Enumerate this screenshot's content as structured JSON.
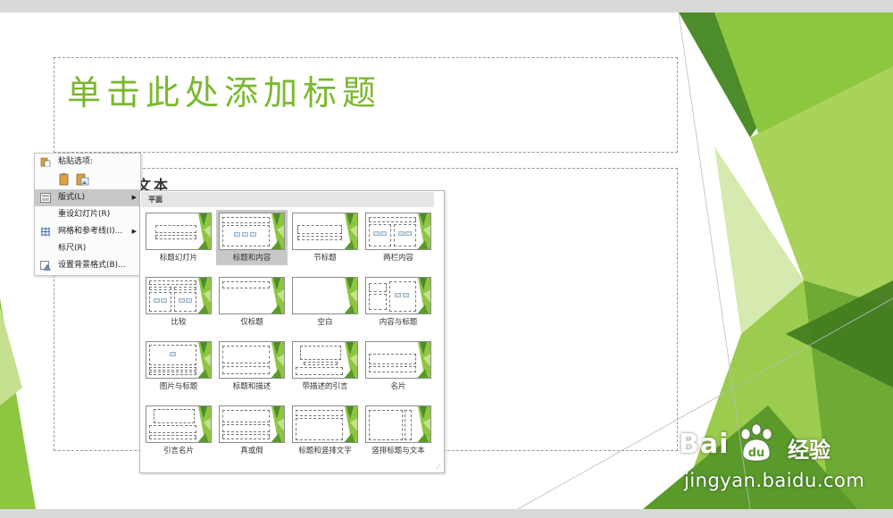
{
  "slide": {
    "title_placeholder": "单击此处添加标题",
    "body_placeholder_visible": "处添加文本"
  },
  "context_menu": {
    "paste_header": "粘贴选项:",
    "items": [
      {
        "label": "版式(L)",
        "icon": "layout-icon",
        "has_submenu": true,
        "active": true
      },
      {
        "label": "重设幻灯片(R)",
        "icon": "",
        "has_submenu": false,
        "active": false
      },
      {
        "label": "网格和参考线(I)...",
        "icon": "grid-icon",
        "has_submenu": true,
        "active": false
      },
      {
        "label": "标尺(R)",
        "icon": "",
        "has_submenu": false,
        "active": false
      },
      {
        "label": "设置背景格式(B)...",
        "icon": "background-format-icon",
        "has_submenu": false,
        "active": false
      }
    ]
  },
  "layout_gallery": {
    "section_title": "平面",
    "selected": "标题和内容",
    "layouts": [
      "标题幻灯片",
      "标题和内容",
      "节标题",
      "两栏内容",
      "比较",
      "仅标题",
      "空白",
      "内容与标题",
      "图片与标题",
      "标题和描述",
      "带描述的引言",
      "名片",
      "引言名片",
      "真或假",
      "标题和竖排文字",
      "竖排标题与文本"
    ]
  },
  "watermark": {
    "logo": "Bai",
    "logo_tail": "经验",
    "url": "jingyan.baidu.com"
  },
  "colors": {
    "accent_green": "#7ab82e",
    "dark_green": "#4e8f22",
    "light_green": "#c5e08e",
    "selection_gray": "#c8c8c8"
  }
}
